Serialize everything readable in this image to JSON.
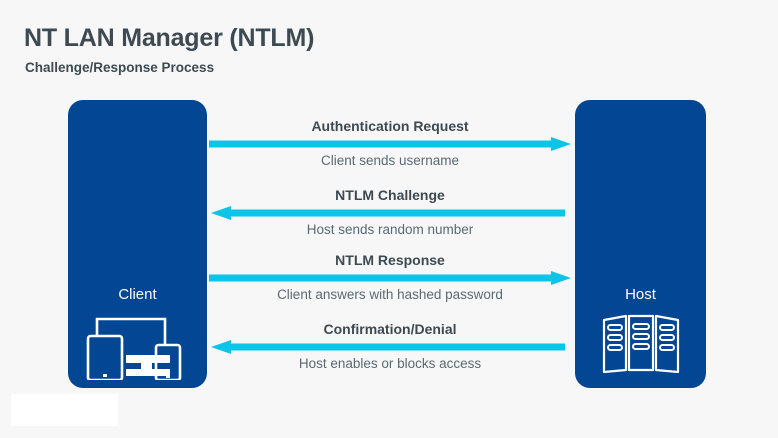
{
  "header": {
    "title": "NT LAN Manager (NTLM)",
    "subtitle": "Challenge/Response Process"
  },
  "colors": {
    "background": "#f7f7f7",
    "box_blue": "#034694",
    "arrow_cyan": "#0bc4e8",
    "title_text": "#3d4a52",
    "caption_text": "#5a6a72",
    "box_label_text": "#ffffff"
  },
  "actors": {
    "client": {
      "label": "Client",
      "icon": "devices-icon"
    },
    "host": {
      "label": "Host",
      "icon": "server-rack-icon"
    }
  },
  "messages": [
    {
      "title": "Authentication Request",
      "caption": "Client sends username",
      "direction": "right",
      "from": "Client",
      "to": "Host",
      "step": 1
    },
    {
      "title": "NTLM Challenge",
      "caption": "Host sends random number",
      "direction": "left",
      "from": "Host",
      "to": "Client",
      "step": 2
    },
    {
      "title": "NTLM Response",
      "caption": "Client answers with hashed password",
      "direction": "right",
      "from": "Client",
      "to": "Host",
      "step": 3
    },
    {
      "title": "Confirmation/Denial",
      "caption": "Host enables or blocks access",
      "direction": "left",
      "from": "Host",
      "to": "Client",
      "step": 4
    }
  ]
}
